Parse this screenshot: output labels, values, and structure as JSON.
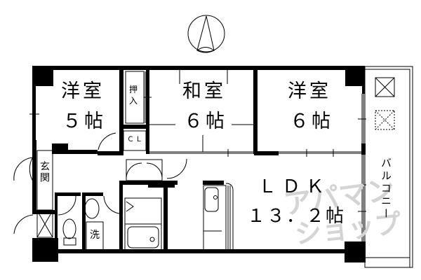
{
  "compass": {
    "label": "north-arrow"
  },
  "rooms": {
    "western1": {
      "name": "洋室",
      "size": "５帖"
    },
    "japanese": {
      "name": "和室",
      "size": "６帖"
    },
    "western2": {
      "name": "洋室",
      "size": "６帖"
    },
    "ldk": {
      "name": "ＬＤＫ",
      "size": "１３．２帖"
    },
    "oshiire": {
      "name": "押入"
    },
    "closet": {
      "name": "ＣＬ"
    },
    "entrance": {
      "name": "玄関"
    },
    "washer": {
      "name": "洗"
    },
    "balcony": {
      "name": "バルコニー"
    }
  },
  "watermark": {
    "line1": "アパマン",
    "line2": "ショップ",
    "color": "#d4d4d4"
  },
  "colors": {
    "wall": "#000000",
    "background": "#ffffff"
  }
}
